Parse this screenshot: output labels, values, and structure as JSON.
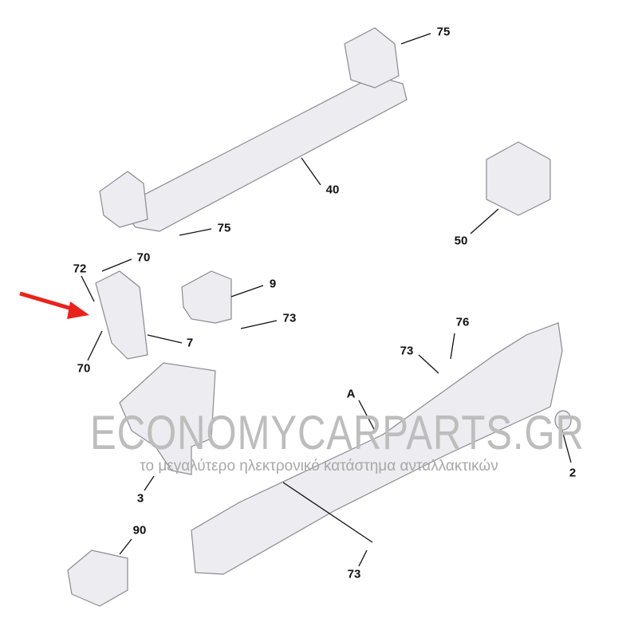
{
  "watermark": {
    "brand": "ECONOMYCARPARTS.GR",
    "tagline": "το μεγαλύτερο ηλεκτρονικό κατάστημα ανταλλακτικών"
  },
  "callouts": {
    "c75_top": "75",
    "c40": "40",
    "c50": "50",
    "c75_mid": "75",
    "c70_top": "70",
    "c72": "72",
    "c9": "9",
    "c73_mid": "73",
    "c7": "7",
    "c70_bot": "70",
    "c76": "76",
    "c73_right": "73",
    "cA": "A",
    "c2": "2",
    "c3": "3",
    "c90": "90",
    "c73_bot": "73"
  },
  "colors": {
    "part_fill": "#ececf1",
    "part_stroke": "#8a8a92",
    "arrow": "#e8231c"
  }
}
